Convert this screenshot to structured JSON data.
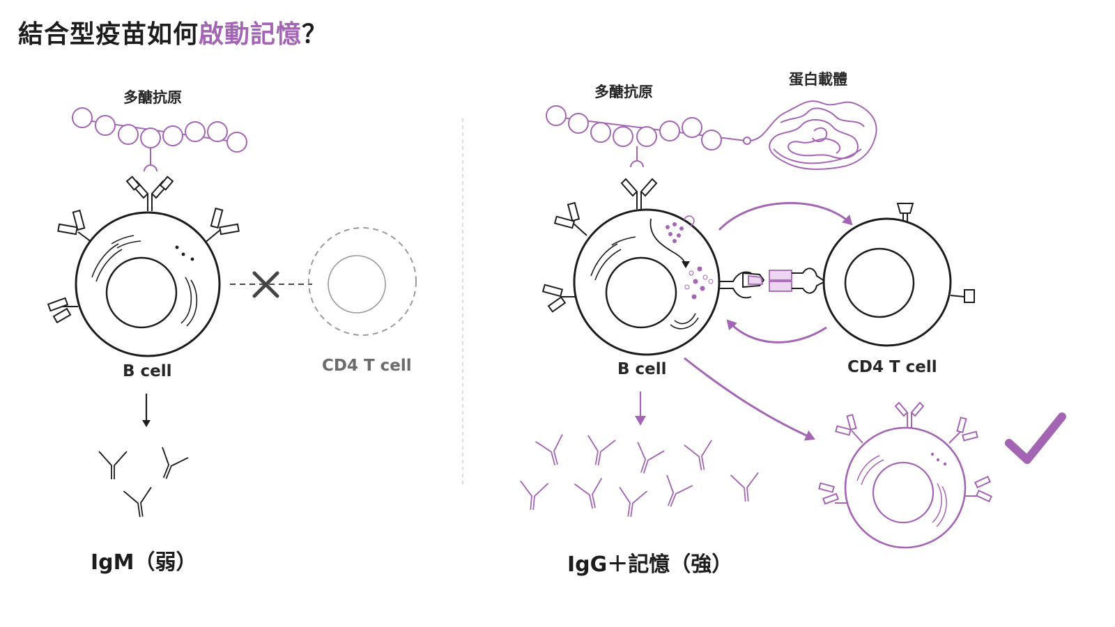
{
  "title": {
    "part1": "結合型疫苗如何",
    "highlight": "啟動記憶",
    "part2": "？"
  },
  "colors": {
    "accent": "#a464b4",
    "ink": "#262626",
    "grey": "#9a9a9a",
    "divider": "#d0d0d0"
  },
  "left_panel": {
    "antigen_label": "多醣抗原",
    "b_cell_label": "B cell",
    "t_cell_label": "CD4 T cell",
    "result_label": "IgM（弱）"
  },
  "right_panel": {
    "antigen_label": "多醣抗原",
    "carrier_label": "蛋白載體",
    "b_cell_label": "B cell",
    "t_cell_label": "CD4 T cell",
    "result_label": "IgG＋記憶（強）"
  }
}
